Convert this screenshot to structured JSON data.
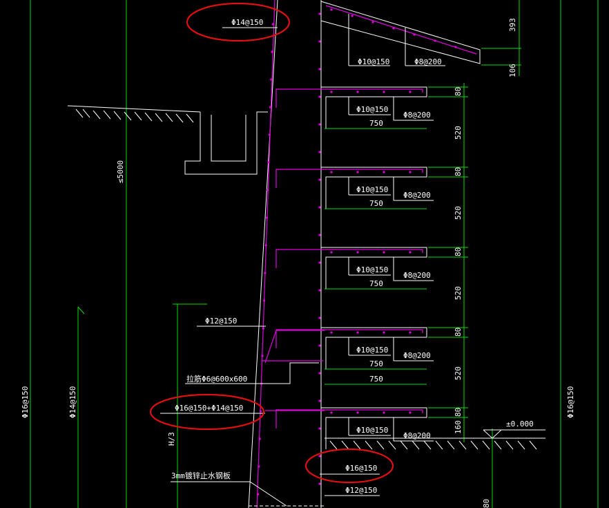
{
  "drawing": {
    "top_slab": {
      "rebar_a": "Φ10@150",
      "rebar_b": "Φ8@200",
      "dim_top": "393",
      "dim_bottom": "106"
    },
    "wall_top_label": "Φ14@150",
    "shelves": [
      {
        "rebar_a": "Φ10@150",
        "rebar_b": "Φ8@200",
        "width": "750",
        "thick": "80",
        "gap": "520"
      },
      {
        "rebar_a": "Φ10@150",
        "rebar_b": "Φ8@200",
        "width": "750",
        "thick": "80",
        "gap": "520"
      },
      {
        "rebar_a": "Φ10@150",
        "rebar_b": "Φ8@200",
        "width": "750",
        "thick": "80",
        "gap": "520"
      },
      {
        "rebar_a": "Φ10@150",
        "rebar_b": "Φ8@200",
        "width": "750",
        "thick": "80",
        "gap": "520"
      },
      {
        "rebar_a": "Φ10@150",
        "rebar_b": "Φ8@200",
        "thick": "80",
        "gap": "160"
      }
    ],
    "extra_width": "750",
    "height_note": "≤5000",
    "wall_mid_rebar": "Φ12@150",
    "tie_bar": "拉筋Φ6@600x600",
    "wall_lower_rebar": "Φ16@150+Φ14@150",
    "base_rebar": "Φ16@150",
    "base_rebar_2": "Φ12@150",
    "elevation": "±0.000",
    "h3": "H/3",
    "waterstop": "3mm镀锌止水钢板",
    "left_vert_1": "Φ16@150",
    "left_vert_2": "Φ14@150",
    "right_vert": "Φ16@150",
    "bottom_dim": "80"
  },
  "colors": {
    "outline": "#ffffff",
    "dimension": "#00e000",
    "rebar": "#e000e0",
    "highlight": "#e01010"
  }
}
